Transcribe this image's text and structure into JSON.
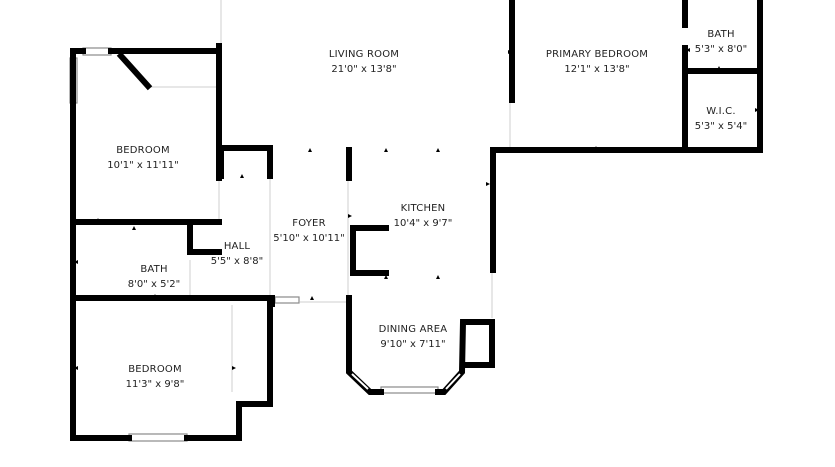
{
  "rooms": [
    {
      "id": "living-room",
      "name": "LIVING ROOM",
      "dims": "21'0\" x 13'8\""
    },
    {
      "id": "primary-bedroom",
      "name": "PRIMARY BEDROOM",
      "dims": "12'1\" x 13'8\""
    },
    {
      "id": "bath-primary",
      "name": "BATH",
      "dims": "5'3\" x 8'0\""
    },
    {
      "id": "wic",
      "name": "W.I.C.",
      "dims": "5'3\" x 5'4\""
    },
    {
      "id": "bedroom-upper",
      "name": "BEDROOM",
      "dims": "10'1\" x 11'11\""
    },
    {
      "id": "kitchen",
      "name": "KITCHEN",
      "dims": "10'4\" x 9'7\""
    },
    {
      "id": "foyer",
      "name": "FOYER",
      "dims": "5'10\" x 10'11\""
    },
    {
      "id": "hall",
      "name": "HALL",
      "dims": "5'5\" x 8'8\""
    },
    {
      "id": "bath-hall",
      "name": "BATH",
      "dims": "8'0\" x 5'2\""
    },
    {
      "id": "dining-area",
      "name": "DINING AREA",
      "dims": "9'10\" x 7'11\""
    },
    {
      "id": "bedroom-lower",
      "name": "BEDROOM",
      "dims": "11'3\" x 9'8\""
    }
  ],
  "colors": {
    "wall": "#000000",
    "thin_line": "#cfcfcf",
    "window": "#8a8a8a",
    "text": "#222222"
  }
}
